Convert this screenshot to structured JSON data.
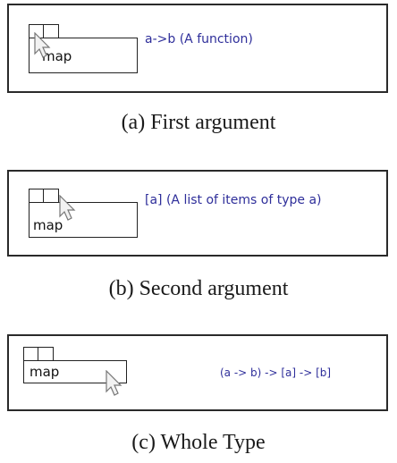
{
  "panels": [
    {
      "block_label": "map",
      "tooltip": "a->b (A function)",
      "caption": "(a) First argument"
    },
    {
      "block_label": "map",
      "tooltip": "[a] (A list of items of type a)",
      "caption": "(b) Second argument"
    },
    {
      "block_label": "map",
      "tooltip": "(a -> b) -> [a] -> [b]",
      "caption": "(c) Whole Type"
    }
  ],
  "colors": {
    "tooltip_text": "#2e2e9a",
    "border": "#2a2a2a"
  }
}
